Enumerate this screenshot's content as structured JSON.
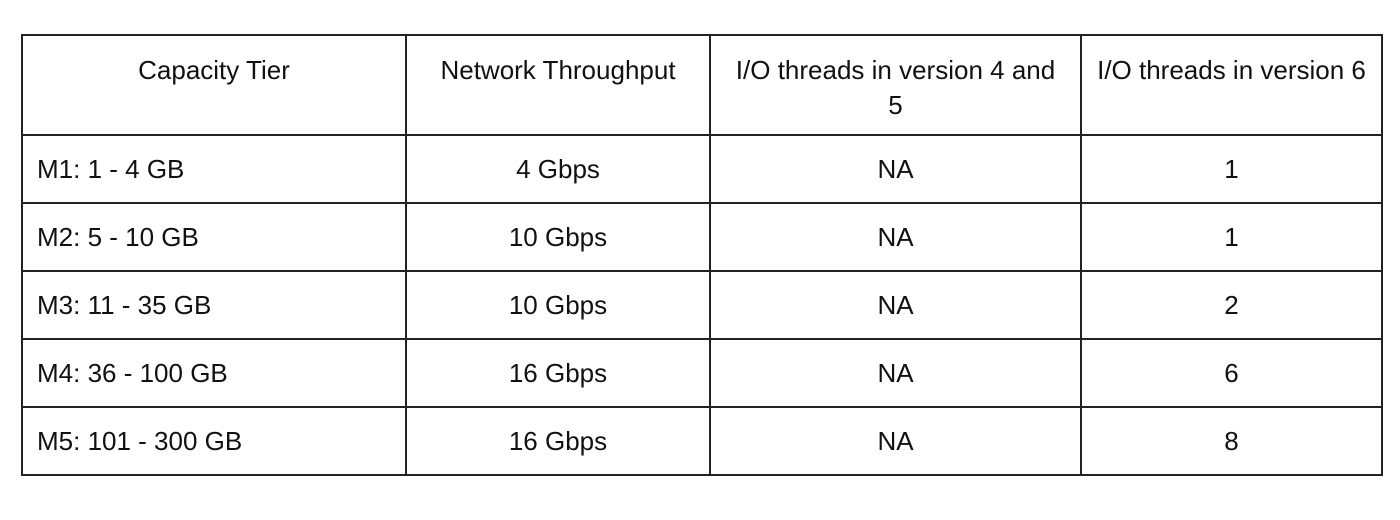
{
  "table": {
    "headers": [
      "Capacity Tier",
      "Network Throughput",
      "I/O threads in version 4 and 5",
      "I/O threads in version 6"
    ],
    "rows": [
      [
        "M1: 1 - 4 GB",
        "4 Gbps",
        "NA",
        "1"
      ],
      [
        "M2: 5 - 10 GB",
        "10 Gbps",
        "NA",
        "1"
      ],
      [
        "M3: 11 - 35 GB",
        "10 Gbps",
        "NA",
        "2"
      ],
      [
        "M4: 36 - 100 GB",
        "16 Gbps",
        "NA",
        "6"
      ],
      [
        "M5: 101 - 300 GB",
        "16 Gbps",
        "NA",
        "8"
      ]
    ]
  }
}
